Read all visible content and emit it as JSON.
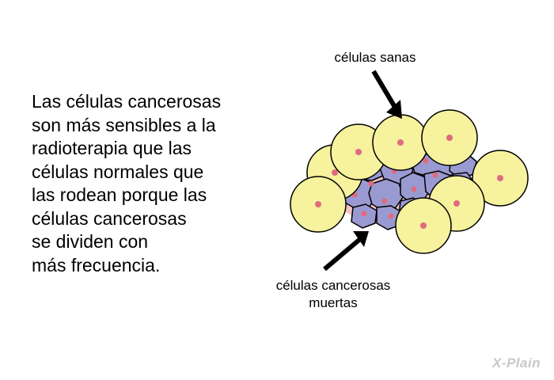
{
  "text_lines": [
    "Las células cancerosas",
    "son más sensibles a la",
    "radioterapia que las",
    "células normales que",
    "las rodean porque las",
    "células cancerosas",
    "se dividen con",
    "más frecuencia."
  ],
  "labels": {
    "healthy": "células sanas",
    "dead_cancer_line1": "células cancerosas",
    "dead_cancer_line2": "muertas"
  },
  "logo_text": "X-Plain",
  "colors": {
    "healthy_cell_fill": "#f6f29e",
    "cancer_cell_fill": "#9a9ad2",
    "nucleus": "#e06a7e",
    "background_tint": "#f3c2c2",
    "logo": "#c8c8c8"
  }
}
